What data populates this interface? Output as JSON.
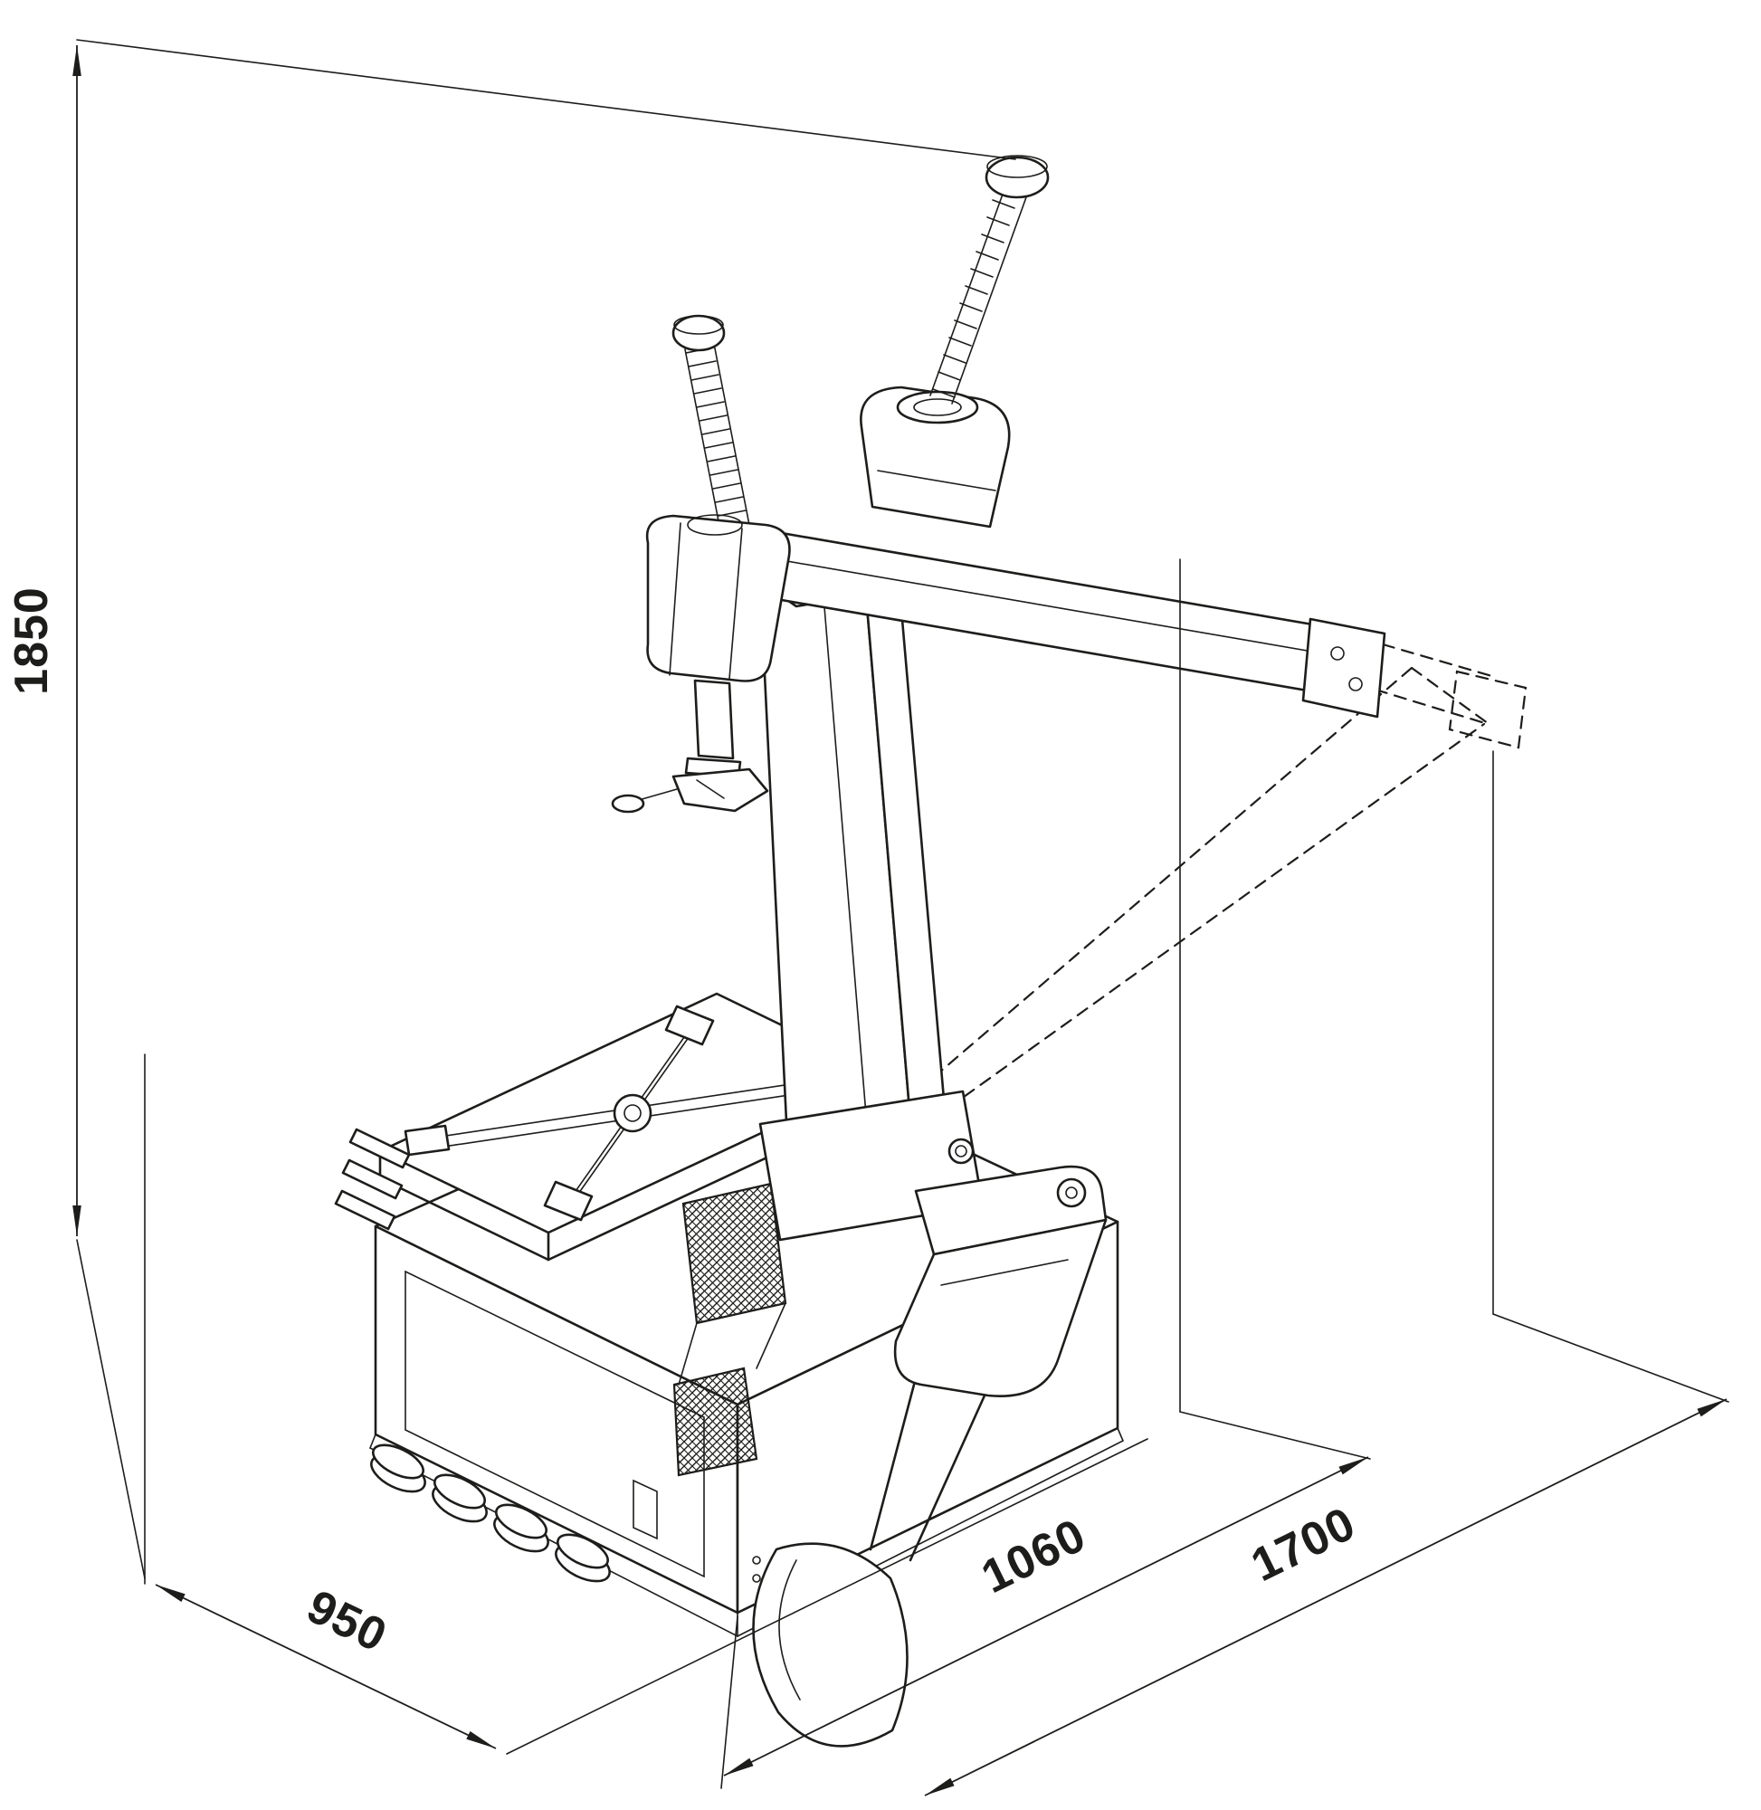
{
  "colors": {
    "line": "#1d1d1b",
    "background": "#ffffff"
  },
  "dimensions": {
    "height": {
      "value": "1850"
    },
    "width": {
      "value": "950"
    },
    "depth": {
      "value": "1060"
    },
    "overall_depth": {
      "value": "1700"
    }
  }
}
